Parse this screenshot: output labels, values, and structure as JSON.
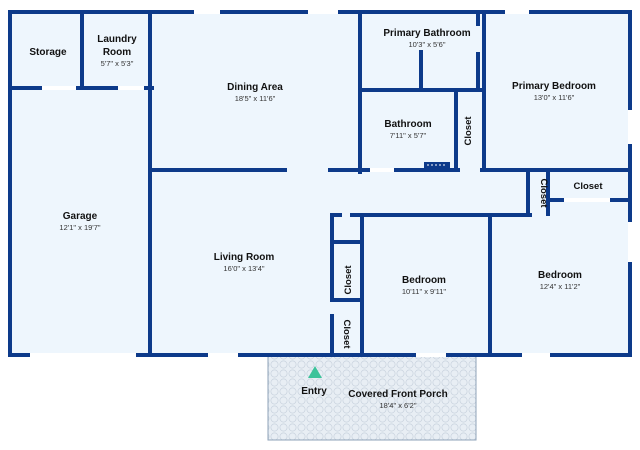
{
  "colors": {
    "wall": "#0d3a8a",
    "floor": "#eef6fd",
    "porch_floor": "#e8eef4",
    "window": "#ffffff",
    "entry_marker": "#3cc39a"
  },
  "rooms": {
    "storage": {
      "name": "Storage"
    },
    "laundry": {
      "name_line1": "Laundry",
      "name_line2": "Room",
      "dims": "5'7\" x 5'3\""
    },
    "dining": {
      "name": "Dining Area",
      "dims": "18'5\" x 11'6\""
    },
    "primary_bathroom": {
      "name": "Primary Bathroom",
      "dims": "10'3\" x 5'6\""
    },
    "primary_bedroom": {
      "name": "Primary Bedroom",
      "dims": "13'0\" x 11'6\""
    },
    "bathroom": {
      "name": "Bathroom",
      "dims": "7'11\" x 5'7\""
    },
    "garage": {
      "name": "Garage",
      "dims": "12'1\" x 19'7\""
    },
    "living_room": {
      "name": "Living Room",
      "dims": "16'0\" x 13'4\""
    },
    "bedroom_middle": {
      "name": "Bedroom",
      "dims": "10'11\" x 9'11\""
    },
    "bedroom_right": {
      "name": "Bedroom",
      "dims": "12'4\" x 11'2\""
    },
    "porch": {
      "name": "Covered Front Porch",
      "dims": "18'4\" x 6'2\""
    }
  },
  "closets": {
    "primary": "Closet",
    "hall": "Closet",
    "right": "Closet",
    "living_upper": "Closet",
    "living_lower": "Closet"
  },
  "entry": {
    "label": "Entry"
  }
}
